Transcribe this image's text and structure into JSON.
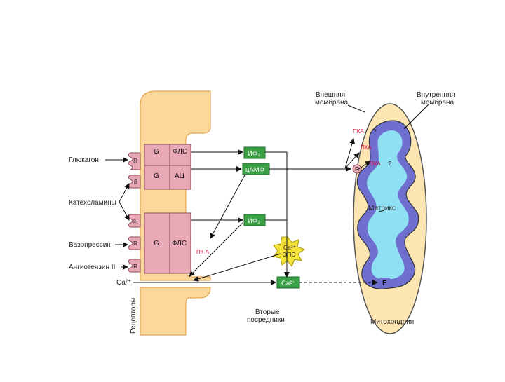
{
  "colors": {
    "membrane": "#fcd99a",
    "membrane_edge": "#e2a855",
    "protein": "#e9a9b6",
    "protein_edge": "#8a4a58",
    "messenger": "#3aa046",
    "outer_membrane": "#fde6b2",
    "inner_membrane": "#6f6fd0",
    "matrix": "#8fe0f3",
    "eps": "#f5e33a"
  },
  "labels": {
    "glucagon": "Глюкагон",
    "catecholamines": "Катехоламины",
    "vasopressin": "Вазопрессин",
    "angiotensin": "Ангиотензин II",
    "ca_left": "Ca²⁺",
    "receptors": "Рецепторы",
    "outer_membrane": "Внешняя мембрана",
    "inner_membrane": "Внутренняя мембрана",
    "matrix": "Матрикс",
    "mitochondria": "Митохондрия",
    "second_messengers": "Вторые посредники",
    "pka": "ПКА",
    "pka_mem": "ПК А",
    "question": "?"
  },
  "receptors": {
    "r_glucagon": "R",
    "beta": "β",
    "alpha1": "α₁",
    "r_vasopressin": "R",
    "r_angiotensin": "R",
    "r_mito": "R"
  },
  "proteins": {
    "g1": "G",
    "flc1": "ФЛС",
    "g2": "G",
    "ac": "АЦ",
    "g3": "G",
    "flc2": "ФЛС"
  },
  "messengers": {
    "ip3_top": "ИФ₃",
    "camp": "цАМФ",
    "ip3_bottom": "ИФ₃",
    "ca_box": "Ca²⁺",
    "eps_ca": "Ca²⁺",
    "eps": "ЭПС",
    "e": "E"
  }
}
